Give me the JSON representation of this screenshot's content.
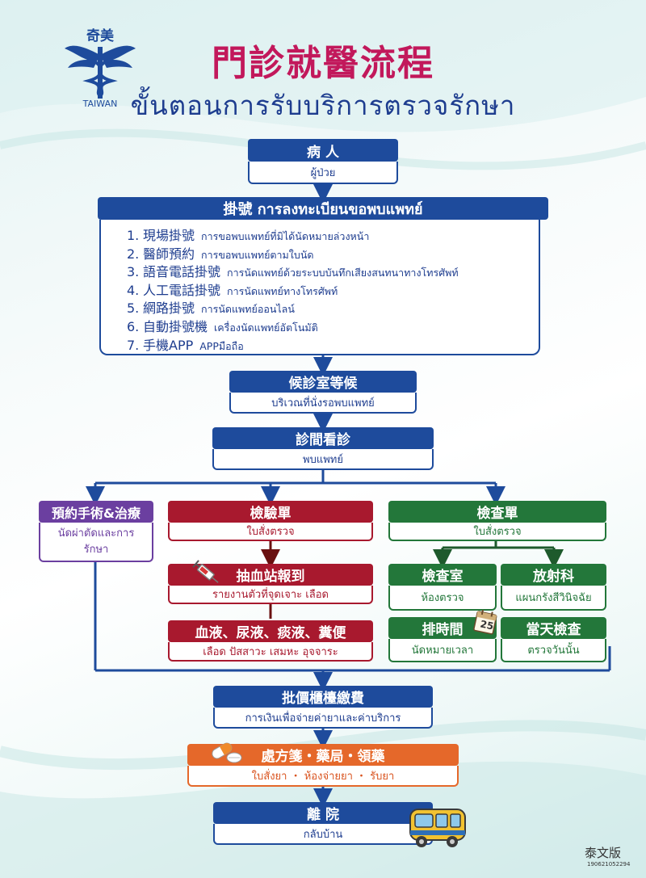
{
  "header": {
    "logo_chars": "奇美",
    "logo_taiwan": "TAIWAN",
    "title_cn": "門診就醫流程",
    "title_th": "ขั้นตอนการรับบริการตรวจรักษา"
  },
  "steps": {
    "patient": {
      "cn": "病 人",
      "th": "ผู้ป่วย"
    },
    "registration": {
      "cn": "掛號 การลงทะเบียนขอพบแพทย์",
      "items": [
        {
          "num": "1.",
          "cn": "現場掛號",
          "th": "การขอพบแพทย์ที่มิได้นัดหมายล่วงหน้า"
        },
        {
          "num": "2.",
          "cn": "醫師預約",
          "th": "การขอพบแพทย์ตามใบนัด"
        },
        {
          "num": "3.",
          "cn": "語音電話掛號",
          "th": "การนัดแพทย์ด้วยระบบบันทึกเสียงสนทนาทางโทรศัพท์"
        },
        {
          "num": "4.",
          "cn": "人工電話掛號",
          "th": "การนัดแพทย์ทางโทรศัพท์"
        },
        {
          "num": "5.",
          "cn": "網路掛號",
          "th": "การนัดแพทย์ออนไลน์"
        },
        {
          "num": "6.",
          "cn": "自動掛號機",
          "th": "เครื่องนัดแพทย์อัตโนมัติ"
        },
        {
          "num": "7.",
          "cn": "手機APP",
          "th": "APPมือถือ"
        }
      ]
    },
    "waiting": {
      "cn": "候診室等候",
      "th": "บริเวณที่นั่งรอพบแพทย์"
    },
    "consult": {
      "cn": "診間看診",
      "th": "พบแพทย์"
    },
    "surgery": {
      "cn": "預約手術&治療",
      "th": "นัดผ่าตัดและการรักษา"
    },
    "lab": {
      "cn": "檢驗單",
      "th": "ใบสั่งตรวจ"
    },
    "blood_station": {
      "cn": "抽血站報到",
      "th": "รายงานตัวที่จุดเจาะ เลือด"
    },
    "specimens": {
      "cn": "血液、尿液、痰液、糞便",
      "th": "เลือด ปัสสาวะ เสมหะ อุจจาระ"
    },
    "exam": {
      "cn": "檢查單",
      "th": "ใบสั่งตรวจ"
    },
    "exam_room": {
      "cn": "檢查室",
      "th": "ห้องตรวจ"
    },
    "radiology": {
      "cn": "放射科",
      "th": "แผนกรังสีวินิจฉัย"
    },
    "schedule": {
      "cn": "排時間",
      "th": "นัดหมายเวลา",
      "calendar_day": "25"
    },
    "same_day": {
      "cn": "當天檢查",
      "th": "ตรวจวันนั้น"
    },
    "payment": {
      "cn": "批價櫃檯繳費",
      "th": "การเงินเพื่อจ่ายค่ายาและค่าบริการ"
    },
    "pharmacy": {
      "cn": "處方箋・藥局・領藥",
      "th": "ใบสั่งยา ・ ห้องจ่ายยา ・ รับยา"
    },
    "leave": {
      "cn": "離 院",
      "th": "กลับบ้าน"
    }
  },
  "footer": {
    "lang_label": "泰文版",
    "code": "190621052294"
  },
  "colors": {
    "blue": "#1e4b9c",
    "red": "#a8192e",
    "green": "#23773a",
    "purple": "#6b3fa0",
    "orange": "#e5682a",
    "title_pink": "#c2185b"
  },
  "icons": [
    "syringe-icon",
    "calendar-icon",
    "pills-icon",
    "bus-icon",
    "caduceus-logo-icon"
  ]
}
